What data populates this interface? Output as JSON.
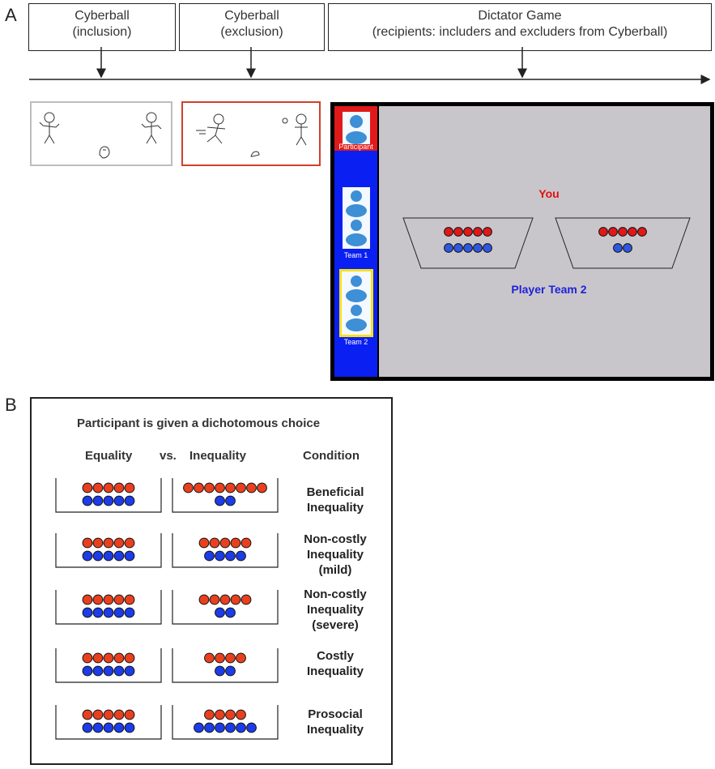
{
  "panel_a": {
    "letter": "A",
    "phases": [
      {
        "line1": "Cyberball",
        "line2": "(inclusion)"
      },
      {
        "line1": "Cyberball",
        "line2": "(exclusion)"
      },
      {
        "line1": "Dictator Game",
        "line2": "(recipients: includers and excluders from Cyberball)"
      }
    ],
    "game": {
      "participant_label": "Participant",
      "team1_label": "Team 1",
      "team2_label": "Team 2",
      "you_label": "You",
      "player_label": "Player Team 2",
      "colors": {
        "sidebar": "#0a1ff2",
        "background": "#c9c6cb",
        "you": "#e01010",
        "player": "#1f22d8"
      },
      "left_bowl": {
        "red": 5,
        "blue": 5
      },
      "right_bowl": {
        "red": 5,
        "blue": 2
      }
    },
    "colors": {
      "inclusion_border": "#bdbdbd",
      "exclusion_border": "#d0402a"
    }
  },
  "panel_b": {
    "letter": "B",
    "title": "Participant is given a dichotomous choice",
    "header_equality": "Equality",
    "header_vs": "vs.",
    "header_inequality": "Inequality",
    "header_condition": "Condition",
    "colors": {
      "red_coin": "#e8401f",
      "blue_coin": "#1c3ce8"
    },
    "rows": [
      {
        "condition_lines": [
          "Beneficial",
          "Inequality"
        ],
        "equality": {
          "red": 5,
          "blue": 5
        },
        "inequality": {
          "red": 8,
          "blue": 2
        }
      },
      {
        "condition_lines": [
          "Non-costly",
          "Inequality",
          "(mild)"
        ],
        "equality": {
          "red": 5,
          "blue": 5
        },
        "inequality": {
          "red": 5,
          "blue": 4
        }
      },
      {
        "condition_lines": [
          "Non-costly",
          "Inequality",
          "(severe)"
        ],
        "equality": {
          "red": 5,
          "blue": 5
        },
        "inequality": {
          "red": 5,
          "blue": 2
        }
      },
      {
        "condition_lines": [
          "Costly",
          "Inequality"
        ],
        "equality": {
          "red": 5,
          "blue": 5
        },
        "inequality": {
          "red": 4,
          "blue": 2
        }
      },
      {
        "condition_lines": [
          "Prosocial",
          "Inequality"
        ],
        "equality": {
          "red": 5,
          "blue": 5
        },
        "inequality": {
          "red": 4,
          "blue": 6
        }
      }
    ]
  }
}
